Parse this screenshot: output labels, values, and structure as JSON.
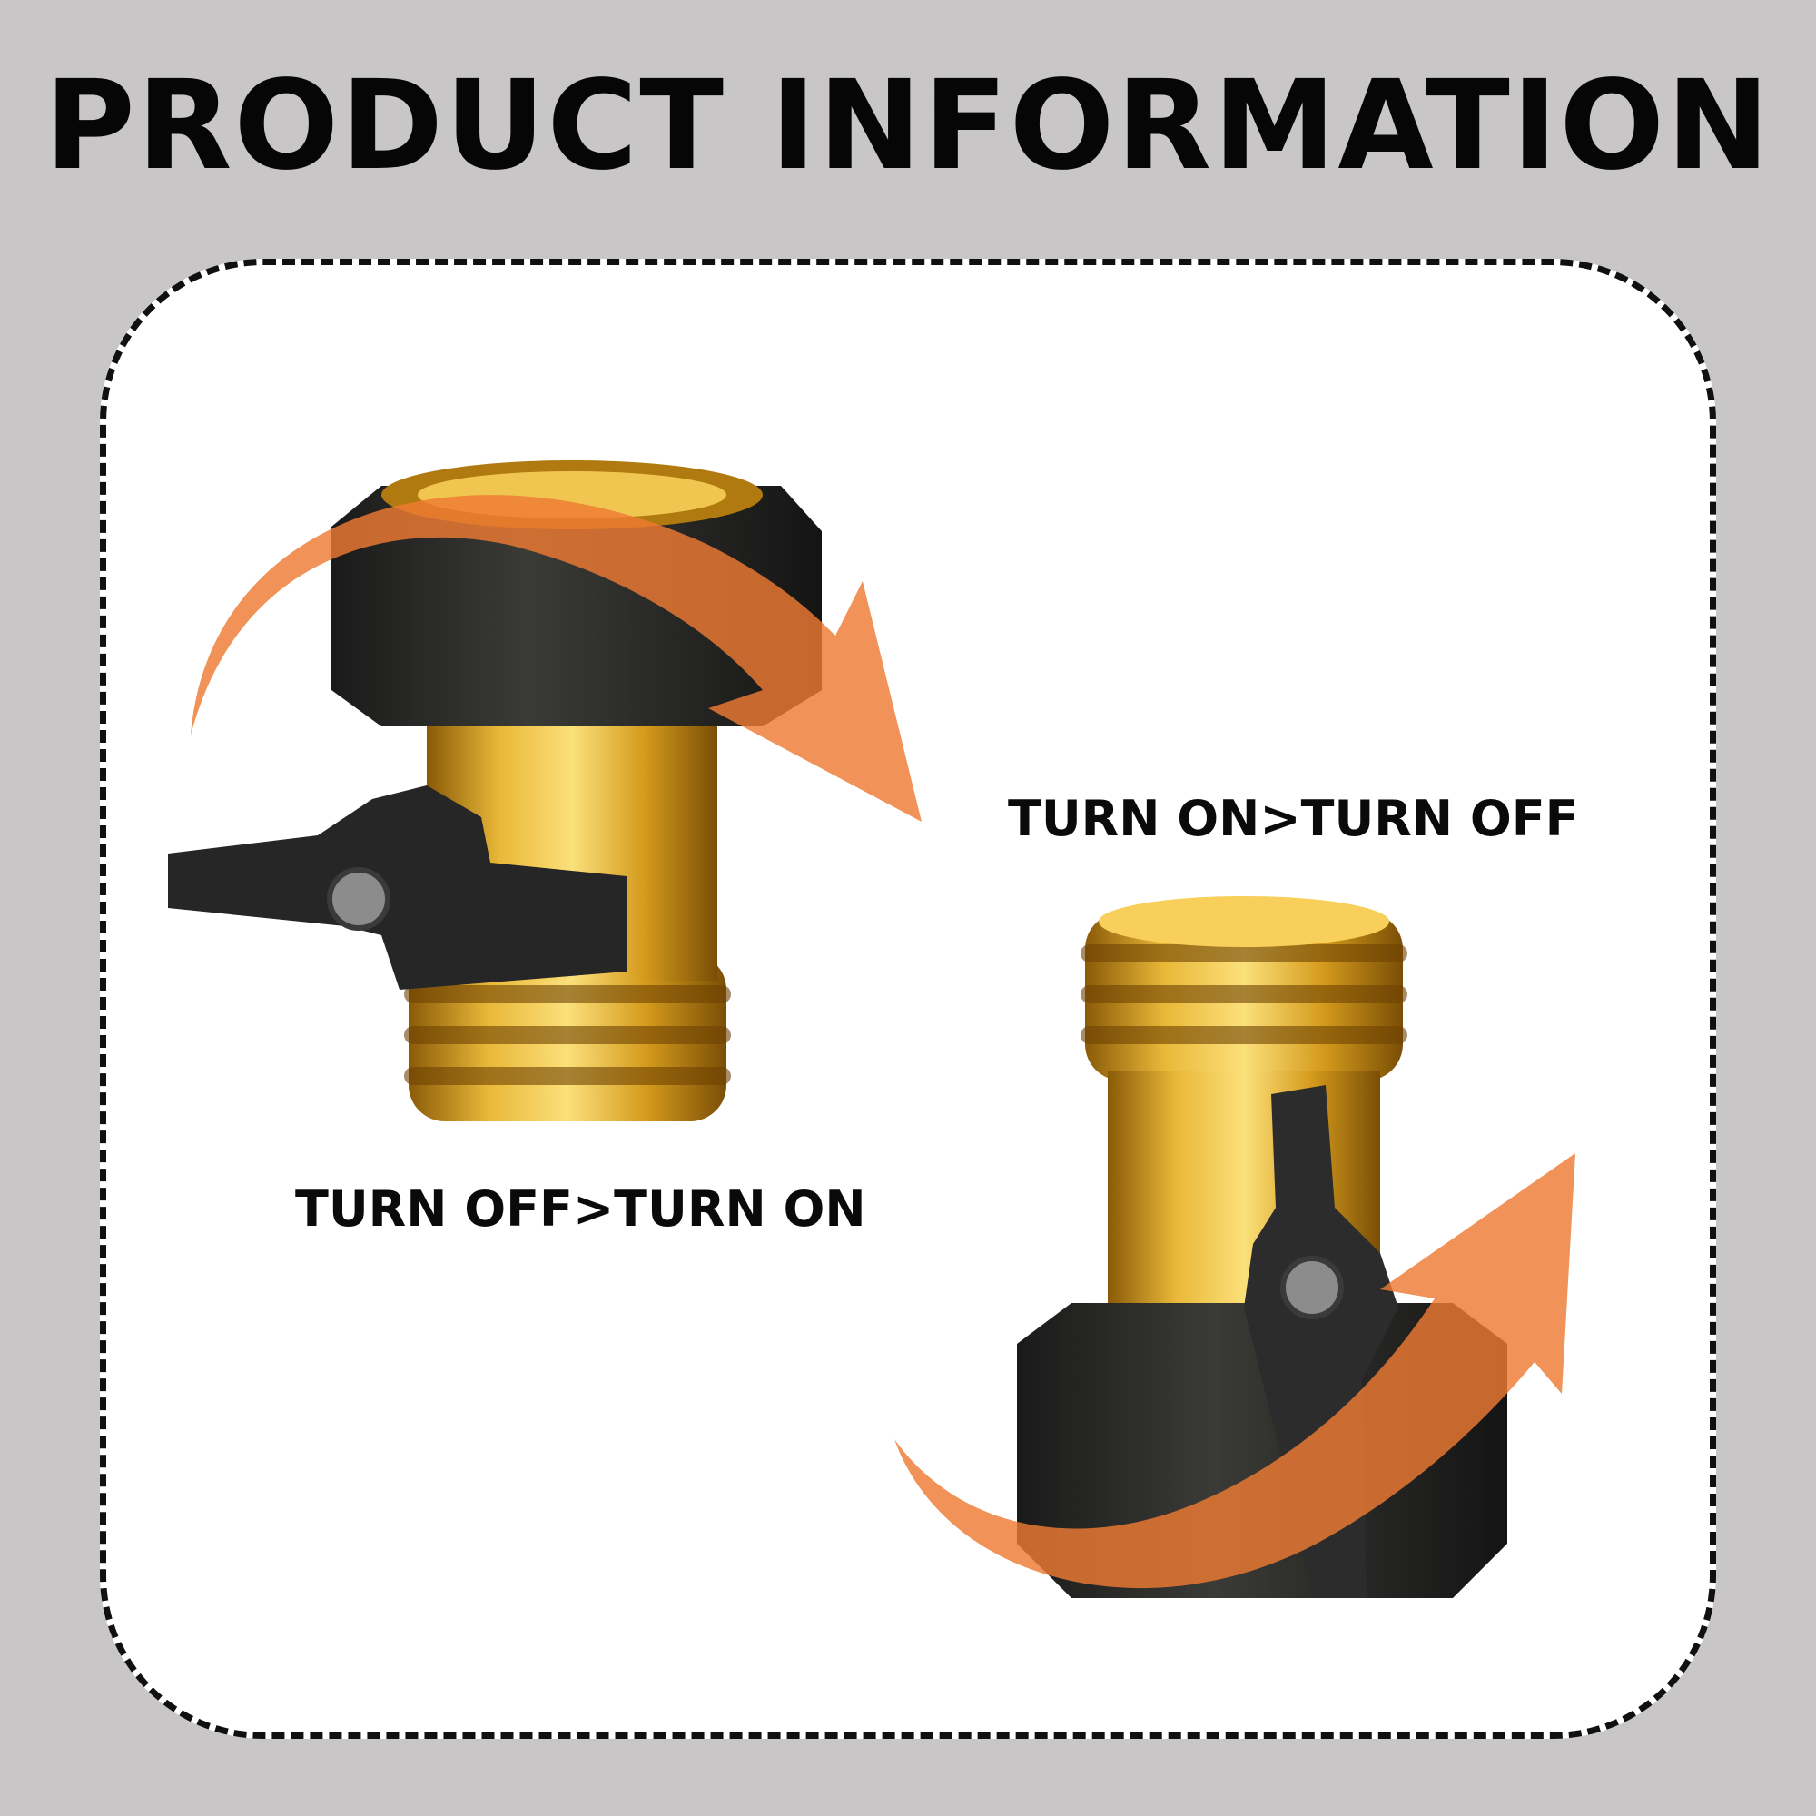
{
  "page": {
    "title": "PRODUCT INFORMATION",
    "background_color": "#c8c6c7"
  },
  "illustrations": [
    {
      "name": "valve-top-left",
      "caption": "TURN OFF>TURN ON",
      "arrow_icon": "curved-arrow-clockwise-icon"
    },
    {
      "name": "valve-bottom-right",
      "caption": "TURN ON>TURN OFF",
      "arrow_icon": "curved-arrow-up-icon"
    }
  ],
  "colors": {
    "brass": "#d4a020",
    "brass_dark": "#8a5a08",
    "cap_black": "#232323",
    "arrow_orange": "#ee7a33"
  }
}
